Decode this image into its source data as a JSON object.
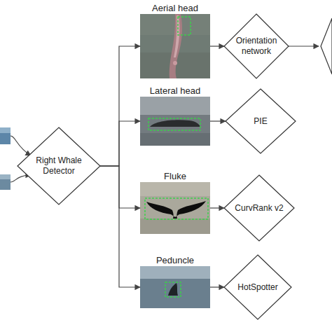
{
  "diagram": {
    "nodes": [
      {
        "text": [
          "Right Whale Detector"
        ]
      },
      {
        "text": [
          "Aerial head"
        ]
      },
      {
        "text": [
          "Orientation network"
        ]
      },
      {
        "text": [
          "Lateral head"
        ]
      },
      {
        "text": [
          "PIE"
        ]
      },
      {
        "text": [
          "Fluke"
        ]
      },
      {
        "text": [
          "CurvRank v2"
        ]
      },
      {
        "text": [
          "Peduncle"
        ]
      },
      {
        "text": [
          "HotSpotter"
        ]
      }
    ],
    "edges": [
      {
        "from": 0,
        "to": 1,
        "arrow": "to"
      },
      {
        "from": 0,
        "to": 3,
        "arrow": "to"
      },
      {
        "from": 0,
        "to": 5,
        "arrow": "to"
      },
      {
        "from": 0,
        "to": 7,
        "arrow": "to"
      },
      {
        "from": 1,
        "to": 2,
        "arrow": "to"
      },
      {
        "from": 3,
        "to": 4,
        "arrow": "to"
      },
      {
        "from": 5,
        "to": 6,
        "arrow": "to"
      },
      {
        "from": 7,
        "to": 8,
        "arrow": "to"
      }
    ]
  }
}
